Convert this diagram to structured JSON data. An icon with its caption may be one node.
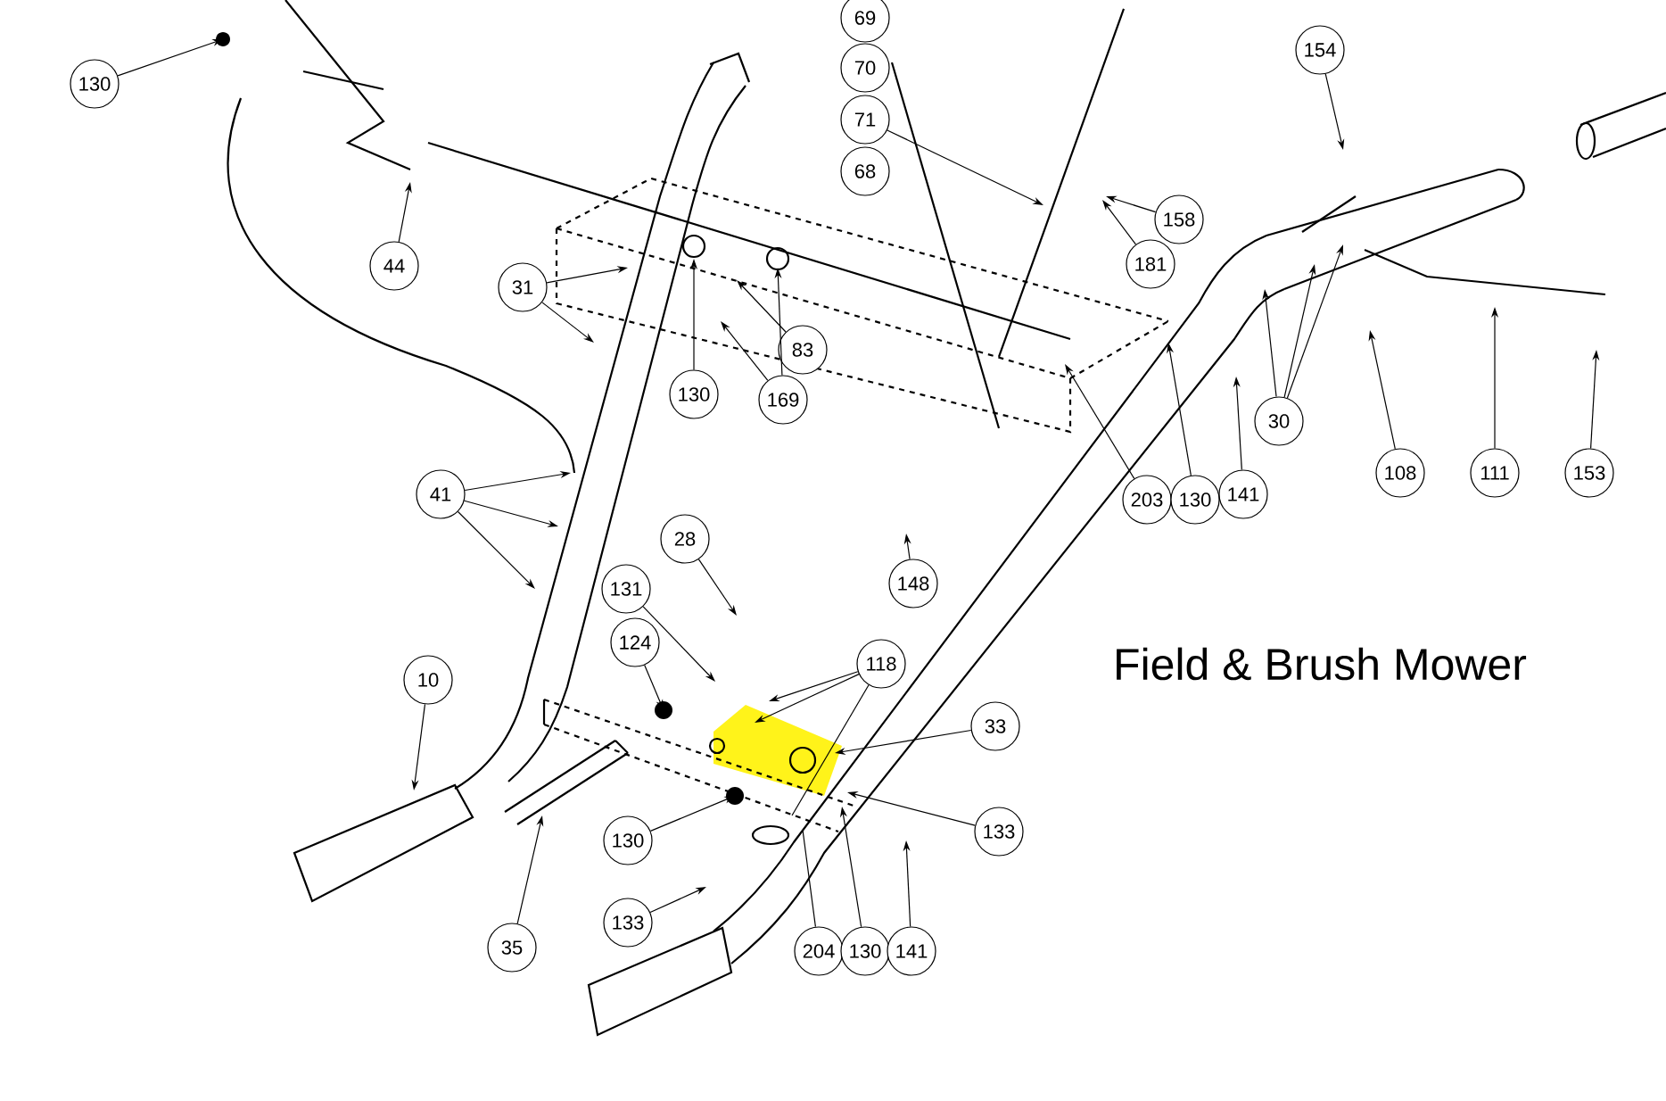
{
  "diagram": {
    "title": "Field & Brush Mower",
    "nodes": [
      {
        "text": [
          "130"
        ]
      },
      {
        "text": [
          "44"
        ]
      },
      {
        "text": [
          "31"
        ]
      },
      {
        "text": [
          "130"
        ]
      },
      {
        "text": [
          "169"
        ]
      },
      {
        "text": [
          "83"
        ]
      },
      {
        "text": [
          "41"
        ]
      },
      {
        "text": [
          "69"
        ]
      },
      {
        "text": [
          "70"
        ]
      },
      {
        "text": [
          "71"
        ]
      },
      {
        "text": [
          "68"
        ]
      },
      {
        "text": [
          "158"
        ]
      },
      {
        "text": [
          "181"
        ]
      },
      {
        "text": [
          "154"
        ]
      },
      {
        "text": [
          "30"
        ]
      },
      {
        "text": [
          "203"
        ]
      },
      {
        "text": [
          "130"
        ]
      },
      {
        "text": [
          "141"
        ]
      },
      {
        "text": [
          "108"
        ]
      },
      {
        "text": [
          "111"
        ]
      },
      {
        "text": [
          "153"
        ]
      },
      {
        "text": [
          "148"
        ]
      },
      {
        "text": [
          "28"
        ]
      },
      {
        "text": [
          "131"
        ]
      },
      {
        "text": [
          "124"
        ]
      },
      {
        "text": [
          "118"
        ]
      },
      {
        "text": [
          "33"
        ]
      },
      {
        "text": [
          "10"
        ]
      },
      {
        "text": [
          "130"
        ]
      },
      {
        "text": [
          "35"
        ]
      },
      {
        "text": [
          "133"
        ]
      },
      {
        "text": [
          "133"
        ]
      },
      {
        "text": [
          "204"
        ]
      },
      {
        "text": [
          "130"
        ]
      },
      {
        "text": [
          "141"
        ]
      }
    ],
    "edges": [
      {
        "from": 0,
        "to": null,
        "arrow": "to"
      },
      {
        "from": 1,
        "to": null,
        "arrow": "to"
      },
      {
        "from": 2,
        "to": null,
        "arrow": "to"
      },
      {
        "from": 2,
        "to": null,
        "arrow": "to"
      },
      {
        "from": 3,
        "to": null,
        "arrow": "to"
      },
      {
        "from": 4,
        "to": null,
        "arrow": "to"
      },
      {
        "from": 4,
        "to": null,
        "arrow": "to"
      },
      {
        "from": 5,
        "to": null,
        "arrow": "to"
      },
      {
        "from": 6,
        "to": null,
        "arrow": "to"
      },
      {
        "from": 6,
        "to": null,
        "arrow": "to"
      },
      {
        "from": 6,
        "to": null,
        "arrow": "to"
      },
      {
        "from": 9,
        "to": null,
        "arrow": "to"
      },
      {
        "from": 11,
        "to": null,
        "arrow": "to"
      },
      {
        "from": 12,
        "to": null,
        "arrow": "to"
      },
      {
        "from": 13,
        "to": null,
        "arrow": "to"
      },
      {
        "from": 14,
        "to": null,
        "arrow": "to"
      },
      {
        "from": 14,
        "to": null,
        "arrow": "to"
      },
      {
        "from": 14,
        "to": null,
        "arrow": "to"
      },
      {
        "from": 15,
        "to": null,
        "arrow": "to"
      },
      {
        "from": 16,
        "to": null,
        "arrow": "to"
      },
      {
        "from": 17,
        "to": null,
        "arrow": "to"
      },
      {
        "from": 18,
        "to": null,
        "arrow": "to"
      },
      {
        "from": 19,
        "to": null,
        "arrow": "to"
      },
      {
        "from": 20,
        "to": null,
        "arrow": "to"
      },
      {
        "from": 21,
        "to": null,
        "arrow": "to"
      },
      {
        "from": 22,
        "to": null,
        "arrow": "to"
      },
      {
        "from": 23,
        "to": null,
        "arrow": "to"
      },
      {
        "from": 24,
        "to": null,
        "arrow": "to"
      },
      {
        "from": 25,
        "to": null,
        "arrow": "to"
      },
      {
        "from": 25,
        "to": null,
        "arrow": "to"
      },
      {
        "from": 25,
        "to": null,
        "arrow": "none"
      },
      {
        "from": 26,
        "to": null,
        "arrow": "to"
      },
      {
        "from": 27,
        "to": null,
        "arrow": "to"
      },
      {
        "from": 28,
        "to": null,
        "arrow": "to"
      },
      {
        "from": 29,
        "to": null,
        "arrow": "to"
      },
      {
        "from": 30,
        "to": null,
        "arrow": "to"
      },
      {
        "from": 31,
        "to": null,
        "arrow": "to"
      },
      {
        "from": 32,
        "to": null,
        "arrow": "none"
      },
      {
        "from": 33,
        "to": null,
        "arrow": "to"
      },
      {
        "from": 34,
        "to": null,
        "arrow": "to"
      }
    ]
  }
}
